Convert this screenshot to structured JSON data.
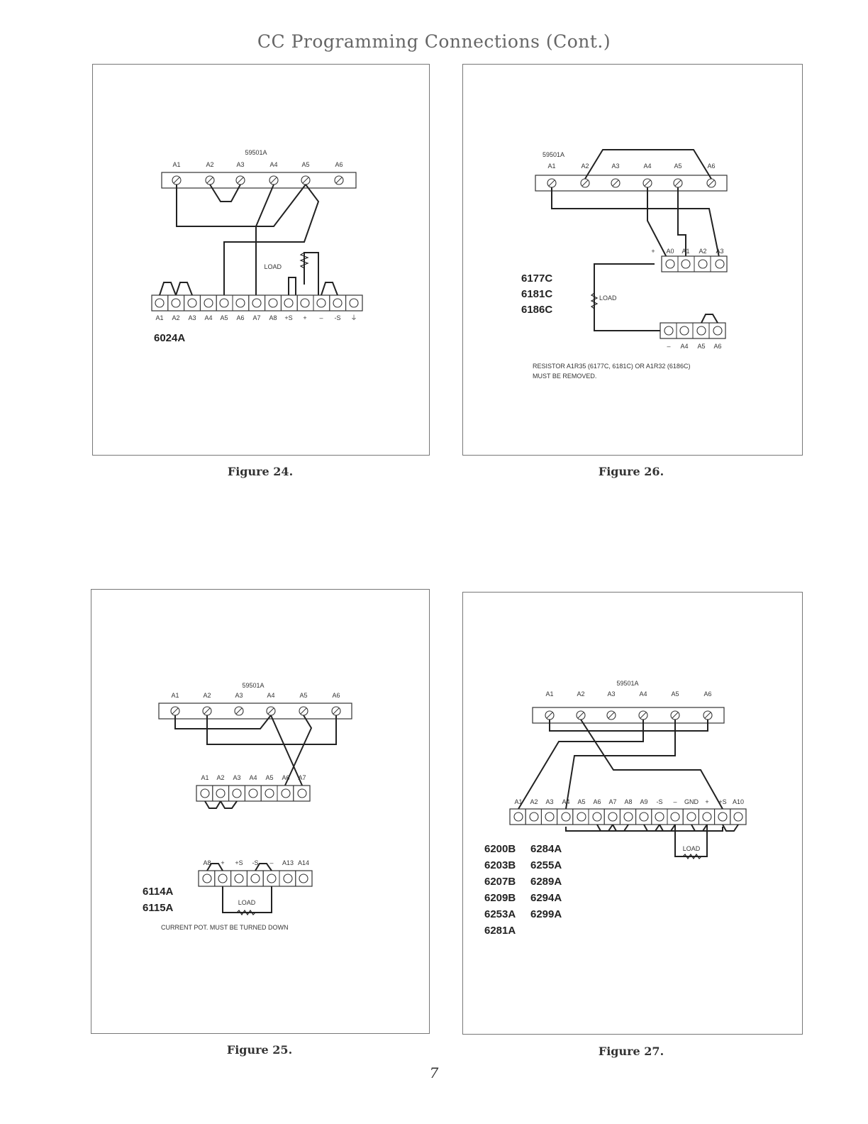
{
  "page": {
    "title": "CC Programming Connections (Cont.)",
    "page_number": "7"
  },
  "figures": {
    "fig24": {
      "caption": "Figure 24.",
      "top_strip_model": "59501A",
      "top_terminals": [
        "A1",
        "A2",
        "A3",
        "A4",
        "A5",
        "A6"
      ],
      "bottom_terminals": [
        "A1",
        "A2",
        "A3",
        "A4",
        "A5",
        "A6",
        "A7",
        "A8",
        "+S",
        "+",
        "–",
        "-S",
        "⏚"
      ],
      "load_label": "LOAD",
      "models": [
        "6024A"
      ]
    },
    "fig26": {
      "caption": "Figure 26.",
      "top_strip_model": "59501A",
      "top_terminals": [
        "A1",
        "A2",
        "A3",
        "A4",
        "A5",
        "A6"
      ],
      "mid_terminals": [
        "+",
        "A0",
        "A1",
        "A2",
        "A3"
      ],
      "bottom_terminals": [
        "–",
        "A4",
        "A5",
        "A6"
      ],
      "load_label": "LOAD",
      "models": [
        "6177C",
        "6181C",
        "6186C"
      ],
      "note_line1": "RESISTOR A1R35 (6177C, 6181C) OR A1R32 (6186C)",
      "note_line2": "MUST BE REMOVED."
    },
    "fig25": {
      "caption": "Figure 25.",
      "top_strip_model": "59501A",
      "top_terminals": [
        "A1",
        "A2",
        "A3",
        "A4",
        "A5",
        "A6"
      ],
      "mid_terminals": [
        "A1",
        "A2",
        "A3",
        "A4",
        "A5",
        "A6",
        "A7"
      ],
      "bottom_terminals": [
        "A8",
        "+",
        "+S",
        "-S",
        "–",
        "A13",
        "A14"
      ],
      "load_label": "LOAD",
      "models": [
        "6114A",
        "6115A"
      ],
      "note": "CURRENT POT. MUST BE TURNED DOWN"
    },
    "fig27": {
      "caption": "Figure 27.",
      "top_strip_model": "59501A",
      "top_terminals": [
        "A1",
        "A2",
        "A3",
        "A4",
        "A5",
        "A6"
      ],
      "bottom_terminals": [
        "A1",
        "A2",
        "A3",
        "A4",
        "A5",
        "A6",
        "A7",
        "A8",
        "A9",
        "-S",
        "–",
        "GND",
        "+",
        "+S",
        "A10"
      ],
      "load_label": "LOAD",
      "models_col1": [
        "6200B",
        "6203B",
        "6207B",
        "6209B",
        "6253A",
        "6281A"
      ],
      "models_col2": [
        "6284A",
        "6255A",
        "6289A",
        "6294A",
        "6299A"
      ]
    }
  }
}
